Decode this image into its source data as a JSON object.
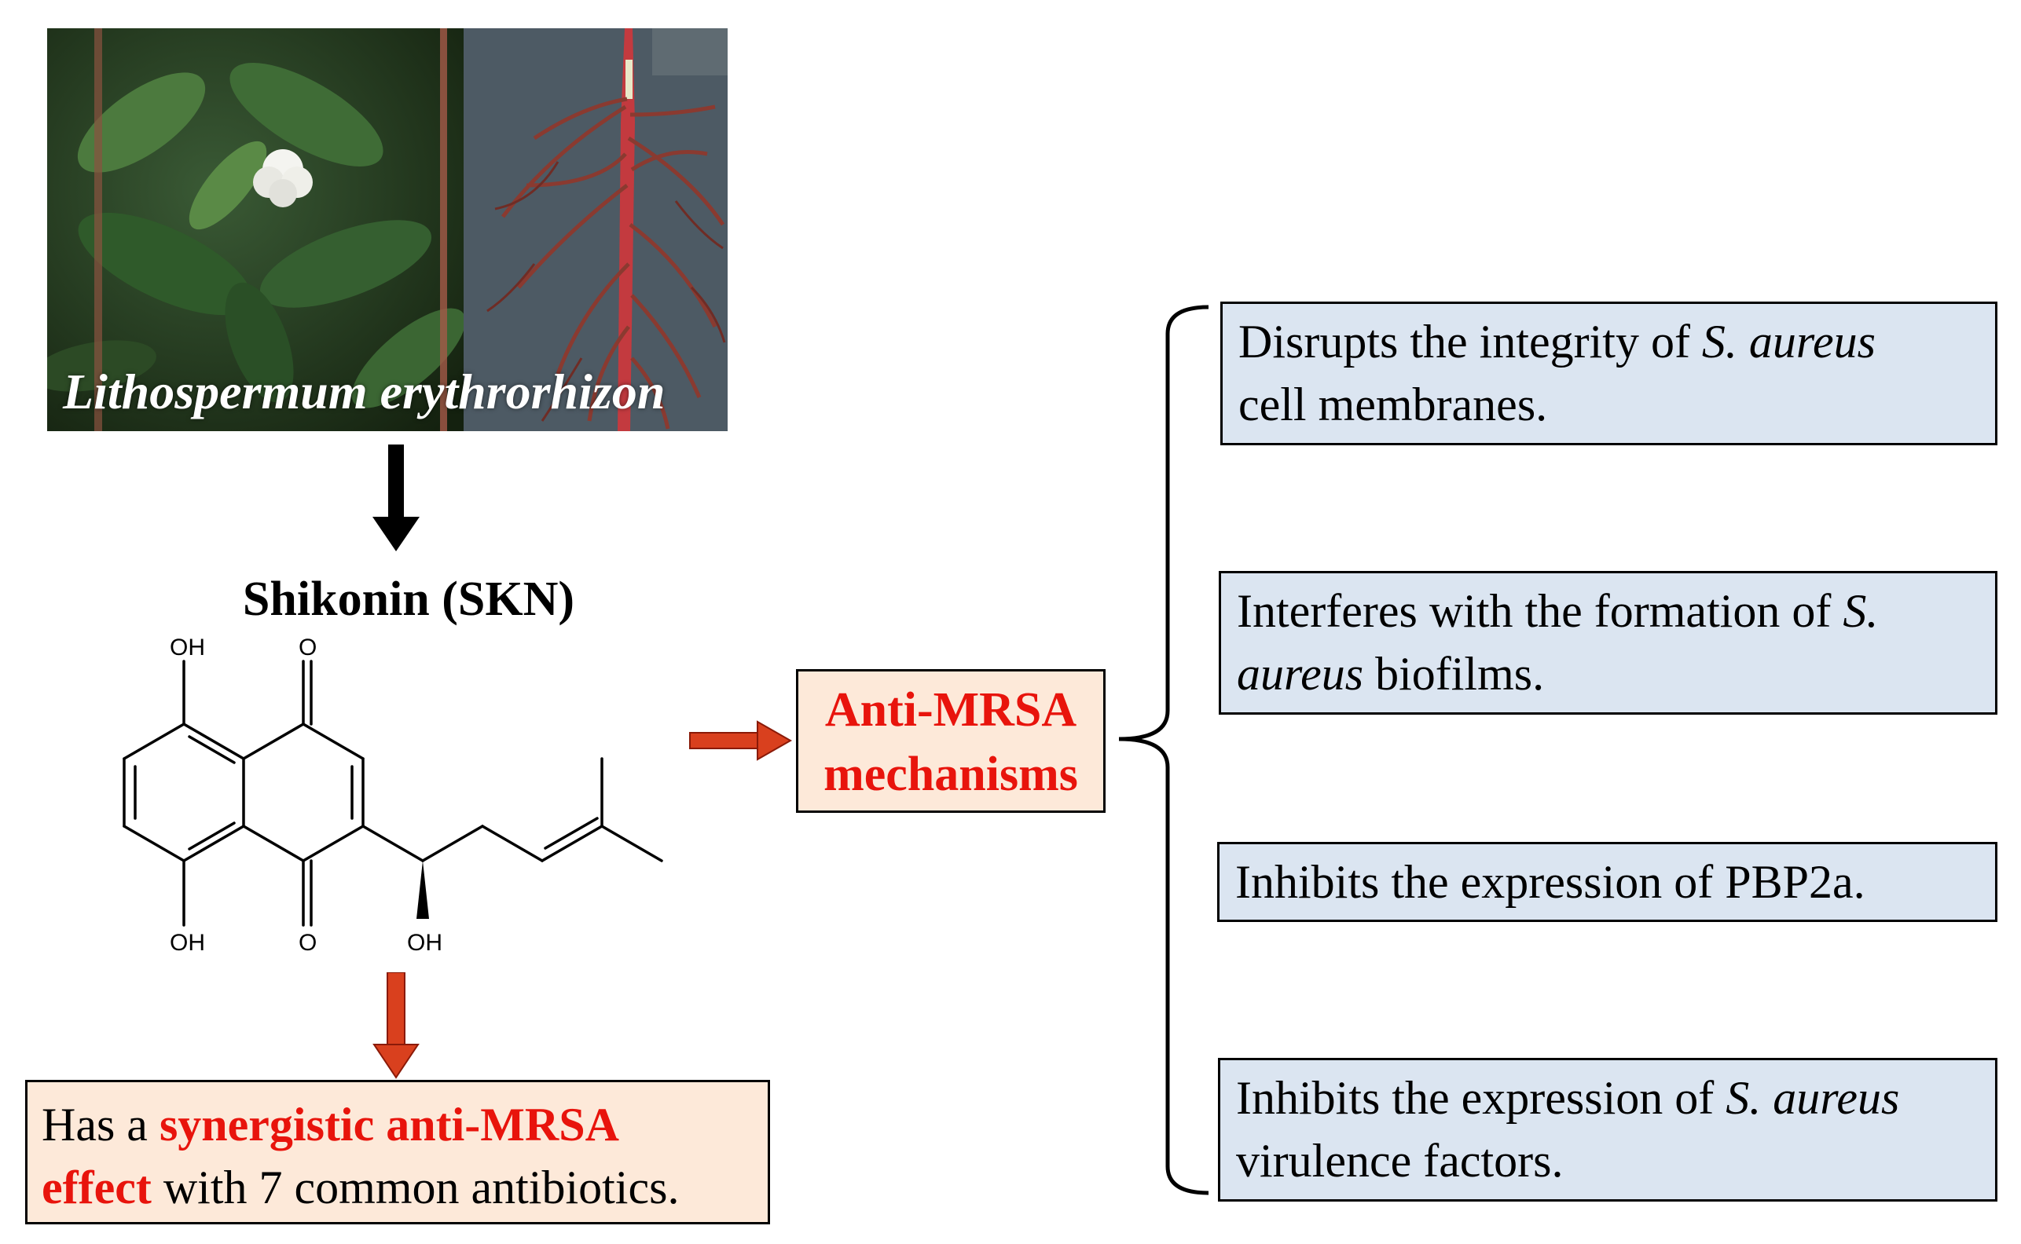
{
  "plant": {
    "caption": "Lithospermum erythrorhizon"
  },
  "compound": {
    "name": "Shikonin (SKN)",
    "atom_labels": {
      "oh_top": "OH",
      "o_top": "O",
      "oh_bottom_left": "OH",
      "o_bottom": "O",
      "oh_side": "OH"
    }
  },
  "mechanisms_label": {
    "line1": "Anti-MRSA",
    "line2": "mechanisms"
  },
  "effect": {
    "prefix": "Has a ",
    "highlight1": "synergistic anti-MRSA",
    "highlight2": "effect",
    "suffix": " with 7 common antibiotics."
  },
  "mechanisms": [
    {
      "part1": "Disrupts the integrity of ",
      "italic1": "S. aureus",
      "line2": "cell membranes."
    },
    {
      "part1": "Interferes with the formation of ",
      "italic1": "S.",
      "italic2": "aureus",
      "part2": " biofilms."
    },
    {
      "part1": "Inhibits the expression of PBP2a."
    },
    {
      "part1": "Inhibits the expression of ",
      "italic1": "S. aureus",
      "line2": "virulence factors."
    }
  ],
  "colors": {
    "accent_red": "#e8140c",
    "mechanism_box_fill": "#dbe5f1",
    "highlight_box_fill": "#fde9d9",
    "arrow_red": "#d9401e"
  }
}
